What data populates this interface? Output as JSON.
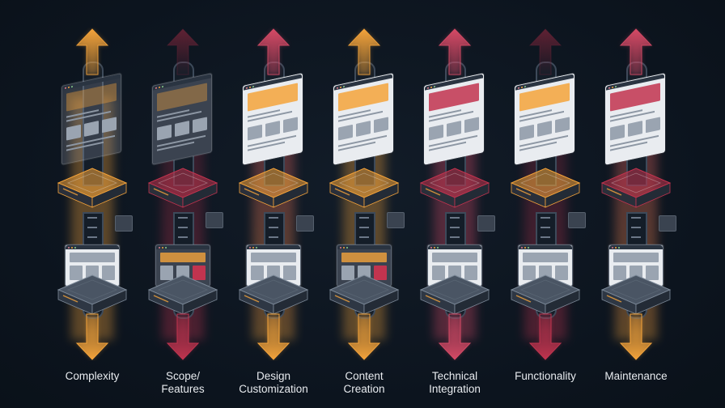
{
  "diagram": {
    "title": "",
    "colors": {
      "background": "#0e1722",
      "orange": "#f5a43b",
      "crimson": "#c2344f",
      "dim_crimson": "#6e2437",
      "platform_gray": "#4a5564",
      "rail": "#3d4a5a",
      "label_text": "#e8ebef"
    },
    "columns": [
      {
        "id": "complexity",
        "label_line1": "Complexity",
        "label_line2": "",
        "up_arrow_color": "#f5a43b",
        "up_arrow_style": "bright",
        "top_platform_color": "#f5a43b",
        "down_arrow_color": "#f5a43b",
        "top_visual": "layered-wireframe-panels",
        "bottom_visual": "simple-wireframe-window",
        "side_icon": "image-icon"
      },
      {
        "id": "scope-features",
        "label_line1": "Scope/",
        "label_line2": "Features",
        "up_arrow_color": "#6e2437",
        "up_arrow_style": "dim",
        "top_platform_color": "#c2344f",
        "down_arrow_color": "#c2344f",
        "top_visual": "ecommerce-store-window",
        "bottom_visual": "form-window",
        "side_icon": "form-card"
      },
      {
        "id": "design-customization",
        "label_line1": "Design",
        "label_line2": "Customization",
        "up_arrow_color": "#d64a66",
        "up_arrow_style": "bright",
        "top_platform_color": "#f5a43b",
        "down_arrow_color": "#f5a43b",
        "top_visual": "branded-site-window",
        "bottom_visual": "wireframe-layout-window",
        "side_icon": "color-palette-doc"
      },
      {
        "id": "content-creation",
        "label_line1": "Content",
        "label_line2": "Creation",
        "up_arrow_color": "#f5a43b",
        "up_arrow_style": "bright",
        "top_platform_color": "#f5a43b",
        "down_arrow_color": "#f5a43b",
        "top_visual": "image-rich-content-window",
        "bottom_visual": "content-blocks-window",
        "side_icon": "connector"
      },
      {
        "id": "technical-integration",
        "label_line1": "Technical",
        "label_line2": "Integration",
        "up_arrow_color": "#d64a66",
        "up_arrow_style": "bright",
        "top_platform_color": "#c2344f",
        "down_arrow_color": "#d64a66",
        "top_visual": "gear-settings-windows",
        "bottom_visual": "basic-site-window",
        "side_icon": "wireframe-card"
      },
      {
        "id": "functionality",
        "label_line1": "Functionality",
        "label_line2": "",
        "up_arrow_color": "#6e2437",
        "up_arrow_style": "dim",
        "top_platform_color": "#f5a43b",
        "down_arrow_color": "#c2344f",
        "top_visual": "multi-panel-app-window",
        "bottom_visual": "sidebar-form-window",
        "side_icon": "chart-card"
      },
      {
        "id": "maintenance",
        "label_line1": "Maintenance",
        "label_line2": "",
        "up_arrow_color": "#d64a66",
        "up_arrow_style": "bright",
        "top_platform_color": "#c2344f",
        "down_arrow_color": "#f5a43b",
        "top_visual": "analytics-dashboard-window",
        "bottom_visual": "blog-layout-window",
        "side_icon": "shield-check"
      }
    ]
  }
}
